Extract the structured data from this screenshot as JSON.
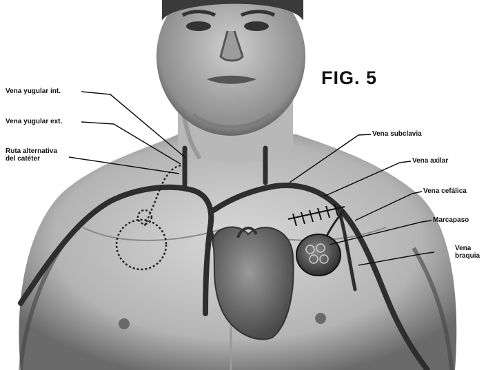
{
  "figure": {
    "title": "FIG. 5",
    "labels": {
      "yugular_int": "Vena yugular int.",
      "yugular_ext": "Vena yugular ext.",
      "ruta_alternativa": "Ruta alternativa\ndel catéter",
      "subclavia": "Vena subclavia",
      "axilar": "Vena axilar",
      "cefalica": "Vena cefálica",
      "marcapaso": "Marcapaso",
      "braquial": "Vena\nbraquia"
    }
  },
  "colors": {
    "skin_light": "#d6d6d6",
    "skin_mid": "#a8a8a8",
    "skin_dark": "#555555",
    "vein": "#3a3a3a",
    "heart": "#6e6e6e",
    "text": "#111111"
  }
}
